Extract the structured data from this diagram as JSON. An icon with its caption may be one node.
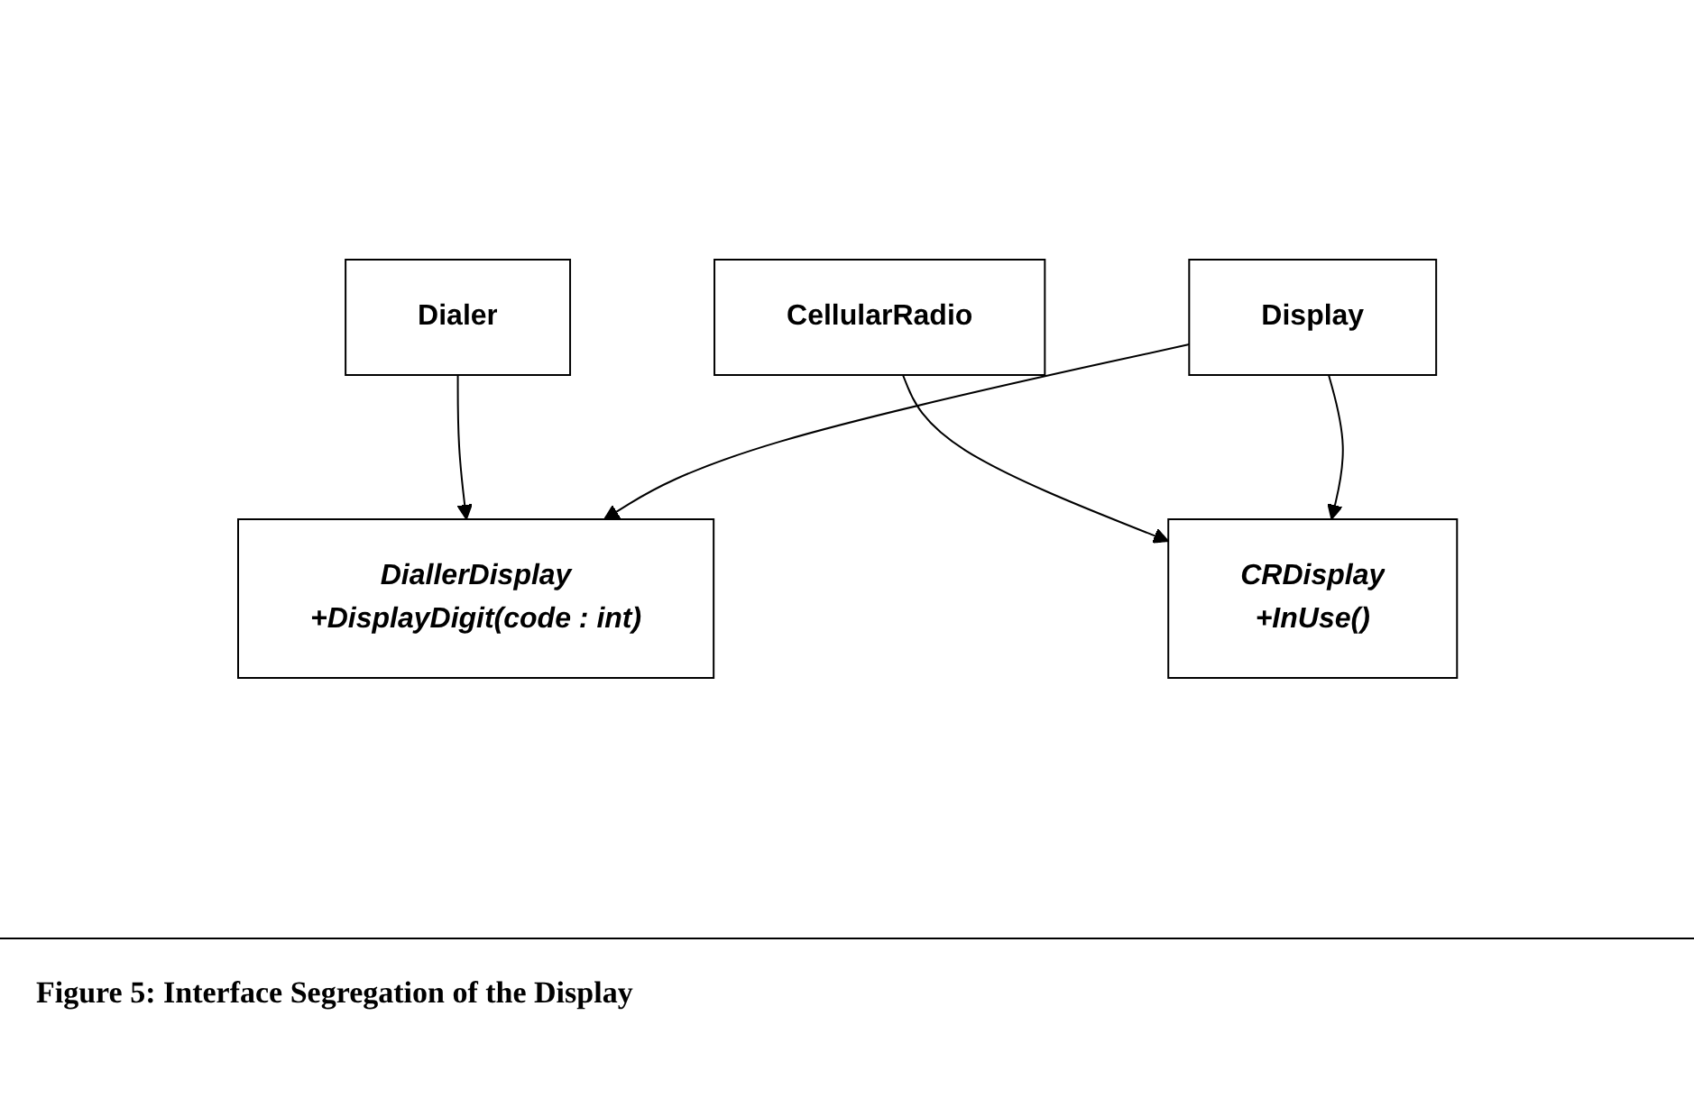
{
  "diagram": {
    "caption": "Figure 5: Interface Segregation of the Display",
    "nodes": [
      {
        "text": [
          "Dialer"
        ]
      },
      {
        "text": [
          "CellularRadio"
        ]
      },
      {
        "text": [
          "DiallerDisplay",
          "+DisplayDigit(code : int)"
        ]
      },
      {
        "text": [
          "CRDisplay",
          "+InUse()"
        ]
      },
      {
        "text": [
          "Display"
        ]
      }
    ],
    "edges": [
      {
        "from": 0,
        "to": 2,
        "arrow": "to"
      },
      {
        "from": 1,
        "to": 3,
        "arrow": "to"
      },
      {
        "from": 4,
        "to": 2,
        "arrow": "to"
      },
      {
        "from": 4,
        "to": 3,
        "arrow": "to"
      }
    ]
  }
}
